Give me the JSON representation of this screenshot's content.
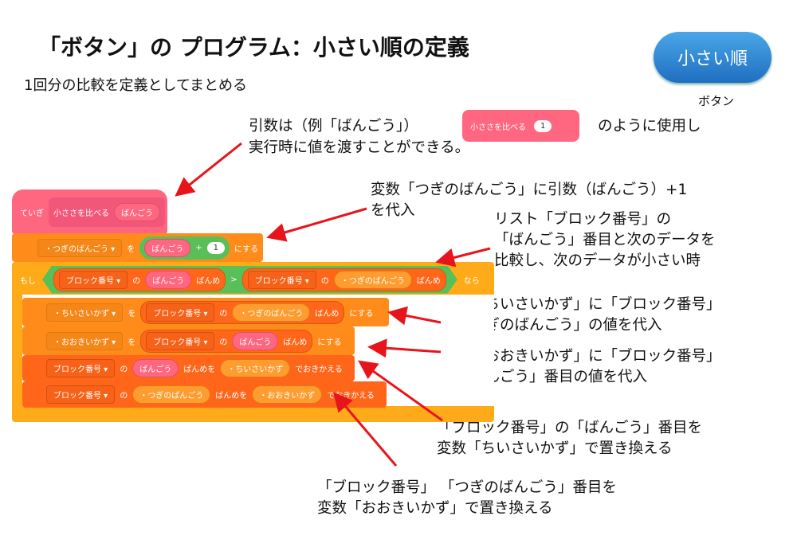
{
  "title": "「ボタン」の プログラム：小さい順の定義",
  "subtitle": "1回分の比較を定義としてまとめる",
  "button": {
    "label": "小さい順",
    "caption": "ボタン"
  },
  "annotations": {
    "a1": {
      "l1": "引数は（例「ばんごう」）",
      "block": "小ささを比べる",
      "block_arg": "1",
      "l1b": "のように使用し",
      "l2": "実行時に値を渡すことができる。"
    },
    "a2": [
      "変数「つぎのばんごう」に引数（ばんごう）+1",
      "を代入"
    ],
    "a3": [
      "リスト「ブロック番号」の",
      "「ばんごう」番目と次のデータを",
      "比較し、次のデータが小さい時"
    ],
    "a4": [
      "変数「ちいさいかず」に「ブロック番号」",
      "の「つぎのばんごう」の値を代入"
    ],
    "a5": [
      "変数「おおきいかず」に「ブロック番号」",
      "の「ばんごう」番目の値を代入"
    ],
    "a6": [
      "「ブロック番号」の「ばんごう」番目を",
      "変数「ちいさいかず」で置き換える"
    ],
    "a7": [
      "「ブロック番号」 「つぎのばんごう」番目を",
      "変数「おおきいかず」で置き換える"
    ]
  },
  "blocks": {
    "define": {
      "kw": "ていぎ",
      "name": "小ささを比べる",
      "param": "ばんごう"
    },
    "set1": {
      "var": "・つぎのばんごう ▾",
      "wo": "を",
      "a": "ばんごう",
      "op": "+",
      "b": "1",
      "end": "にする"
    },
    "if": {
      "kw": "もし",
      "list": "ブロック番号 ▾",
      "no": "の",
      "idx": "ばんごう",
      "ban": "ばんめ",
      "gt": ">",
      "list2": "ブロック番号 ▾",
      "idx2": "・つぎのばんごう",
      "ban2": "ばんめ",
      "then": "なら"
    },
    "set2": {
      "var": "・ちいさいかず ▾",
      "wo": "を",
      "list": "ブロック番号 ▾",
      "no": "の",
      "idx": "・つぎのばんごう",
      "ban": "ばんめ",
      "end": "にする"
    },
    "set3": {
      "var": "・おおきいかず ▾",
      "wo": "を",
      "list": "ブロック番号 ▾",
      "no": "の",
      "idx": "ばんごう",
      "ban": "ばんめ",
      "end": "にする"
    },
    "rep1": {
      "list": "ブロック番号 ▾",
      "no": "の",
      "idx": "ばんごう",
      "ban": "ばんめを",
      "val": "・ちいさいかず",
      "end": "でおきかえる"
    },
    "rep2": {
      "list": "ブロック番号 ▾",
      "no": "の",
      "idx": "・つぎのばんごう",
      "ban": "ばんめを",
      "val": "・おおきいかず",
      "end": "でおきかえる"
    }
  },
  "colors": {
    "arrow": "#e8141c",
    "button": "#2a7fd0"
  }
}
